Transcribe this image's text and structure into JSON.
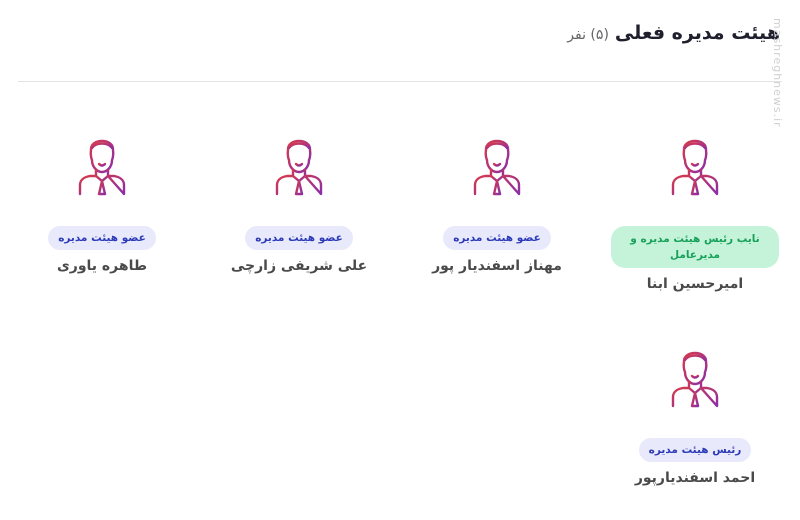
{
  "header": {
    "title": "هیئت مدیره فعلی",
    "count": "(۵) نفر"
  },
  "watermark": "mashreghnews.ir",
  "members": [
    {
      "name": "امیرحسین ابنا",
      "role": "نایب رئیس هیئت مدیره و مدیرعامل"
    },
    {
      "name": "مهناز اسفندیار پور",
      "role": "عضو هیئت مدیره"
    },
    {
      "name": "علی شریفی زارچی",
      "role": "عضو هیئت مدیره"
    },
    {
      "name": "طاهره یاوری",
      "role": "عضو هیئت مدیره"
    },
    {
      "name": "احمد اسفندیارپور",
      "role": "رئیس هیئت مدیره"
    }
  ],
  "colors": {
    "avatar_gradient_start": "#d0324f",
    "avatar_gradient_end": "#7d2ba6",
    "badge_bg": "#e8e9fb",
    "badge_text": "#2c3ab8",
    "highlight_bg": "#c5f3d9",
    "highlight_text": "#17a05a"
  }
}
